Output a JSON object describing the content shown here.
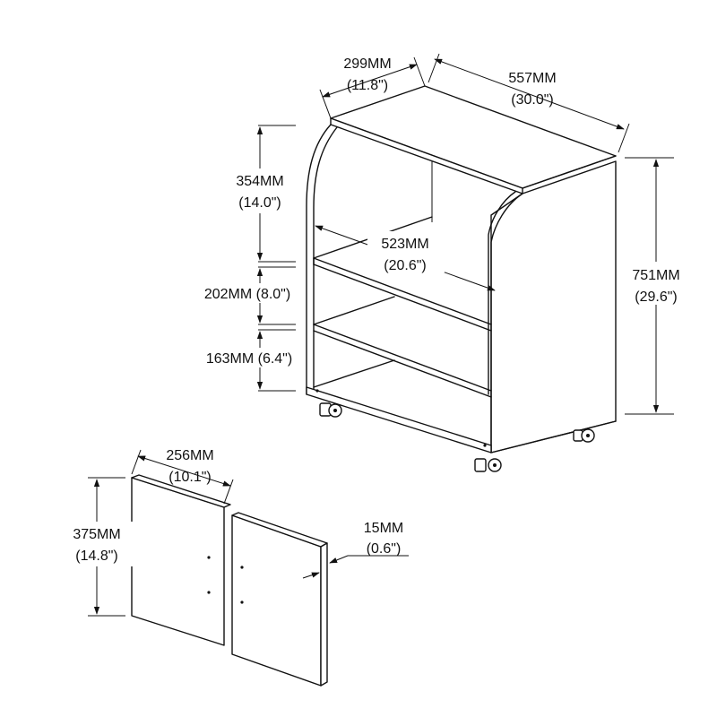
{
  "cabinet": {
    "depth_mm": "299MM",
    "depth_in": "(11.8\")",
    "width_mm": "557MM",
    "width_in": "(30.0\")",
    "height_mm": "751MM",
    "height_in": "(29.6\")",
    "inner_width_mm": "523MM",
    "inner_width_in": "(20.6\")",
    "top_gap": "354MM",
    "top_gap_in": "(14.0\")",
    "mid_gap": "202MM (8.0\")",
    "bottom_gap": "163MM (6.4\")"
  },
  "door": {
    "width_mm": "256MM",
    "width_in": "(10.1\")",
    "height_mm": "375MM",
    "height_in": "(14.8\")",
    "thickness_mm": "15MM",
    "thickness_in": "(0.6\")"
  }
}
